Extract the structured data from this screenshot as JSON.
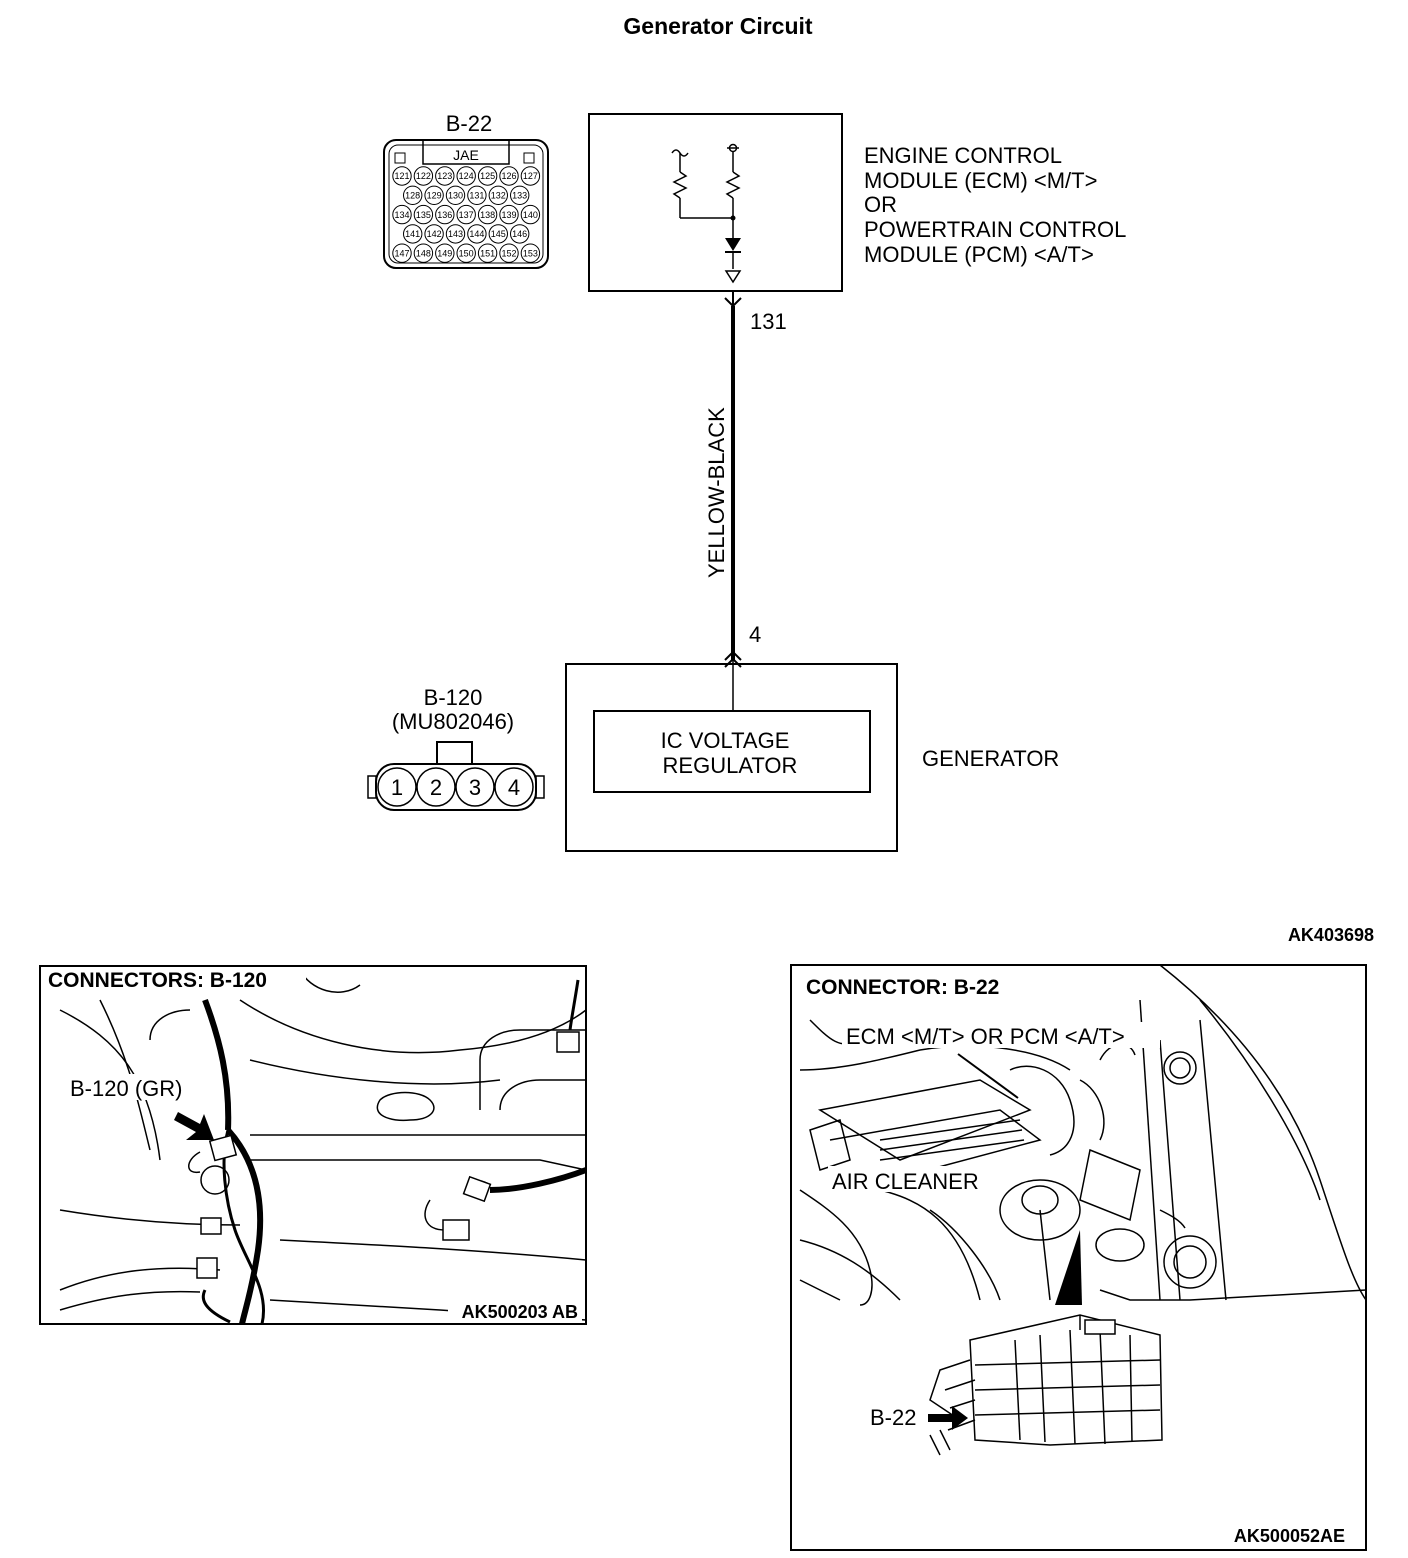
{
  "title": "Generator Circuit",
  "ecm_connector": {
    "id": "B-22",
    "maker": "JAE",
    "pins_row1": [
      "121",
      "122",
      "123",
      "124",
      "125",
      "126",
      "127"
    ],
    "pins_row2": [
      "128",
      "129",
      "130",
      "131",
      "132",
      "133"
    ],
    "pins_row3": [
      "134",
      "135",
      "136",
      "137",
      "138",
      "139",
      "140"
    ],
    "pins_row4": [
      "141",
      "142",
      "143",
      "144",
      "145",
      "146"
    ],
    "pins_row5": [
      "147",
      "148",
      "149",
      "150",
      "151",
      "152",
      "153"
    ]
  },
  "ecm": {
    "line1": "ENGINE CONTROL",
    "line2": "MODULE (ECM) <M/T>",
    "line3": "OR",
    "line4": "POWERTRAIN CONTROL",
    "line5": "MODULE (PCM) <A/T>"
  },
  "wire": {
    "color_label": "YELLOW-BLACK",
    "ecm_terminal": "131",
    "generator_terminal": "4"
  },
  "generator_connector": {
    "id": "B-120",
    "part_no": "(MU802046)",
    "pins": [
      "1",
      "2",
      "3",
      "4"
    ]
  },
  "generator": {
    "name": "GENERATOR",
    "regulator_line1": "IC VOLTAGE",
    "regulator_line2": "REGULATOR"
  },
  "figure_code": "AK403698",
  "panel_left": {
    "title": "CONNECTORS: B-120",
    "callout": "B-120 (GR)",
    "code": "AK500203 AB"
  },
  "panel_right": {
    "title": "CONNECTOR: B-22",
    "callout_ecm": "ECM <M/T> OR PCM <A/T>",
    "callout_air": "AIR CLEANER",
    "callout_conn": "B-22",
    "code": "AK500052AE"
  }
}
